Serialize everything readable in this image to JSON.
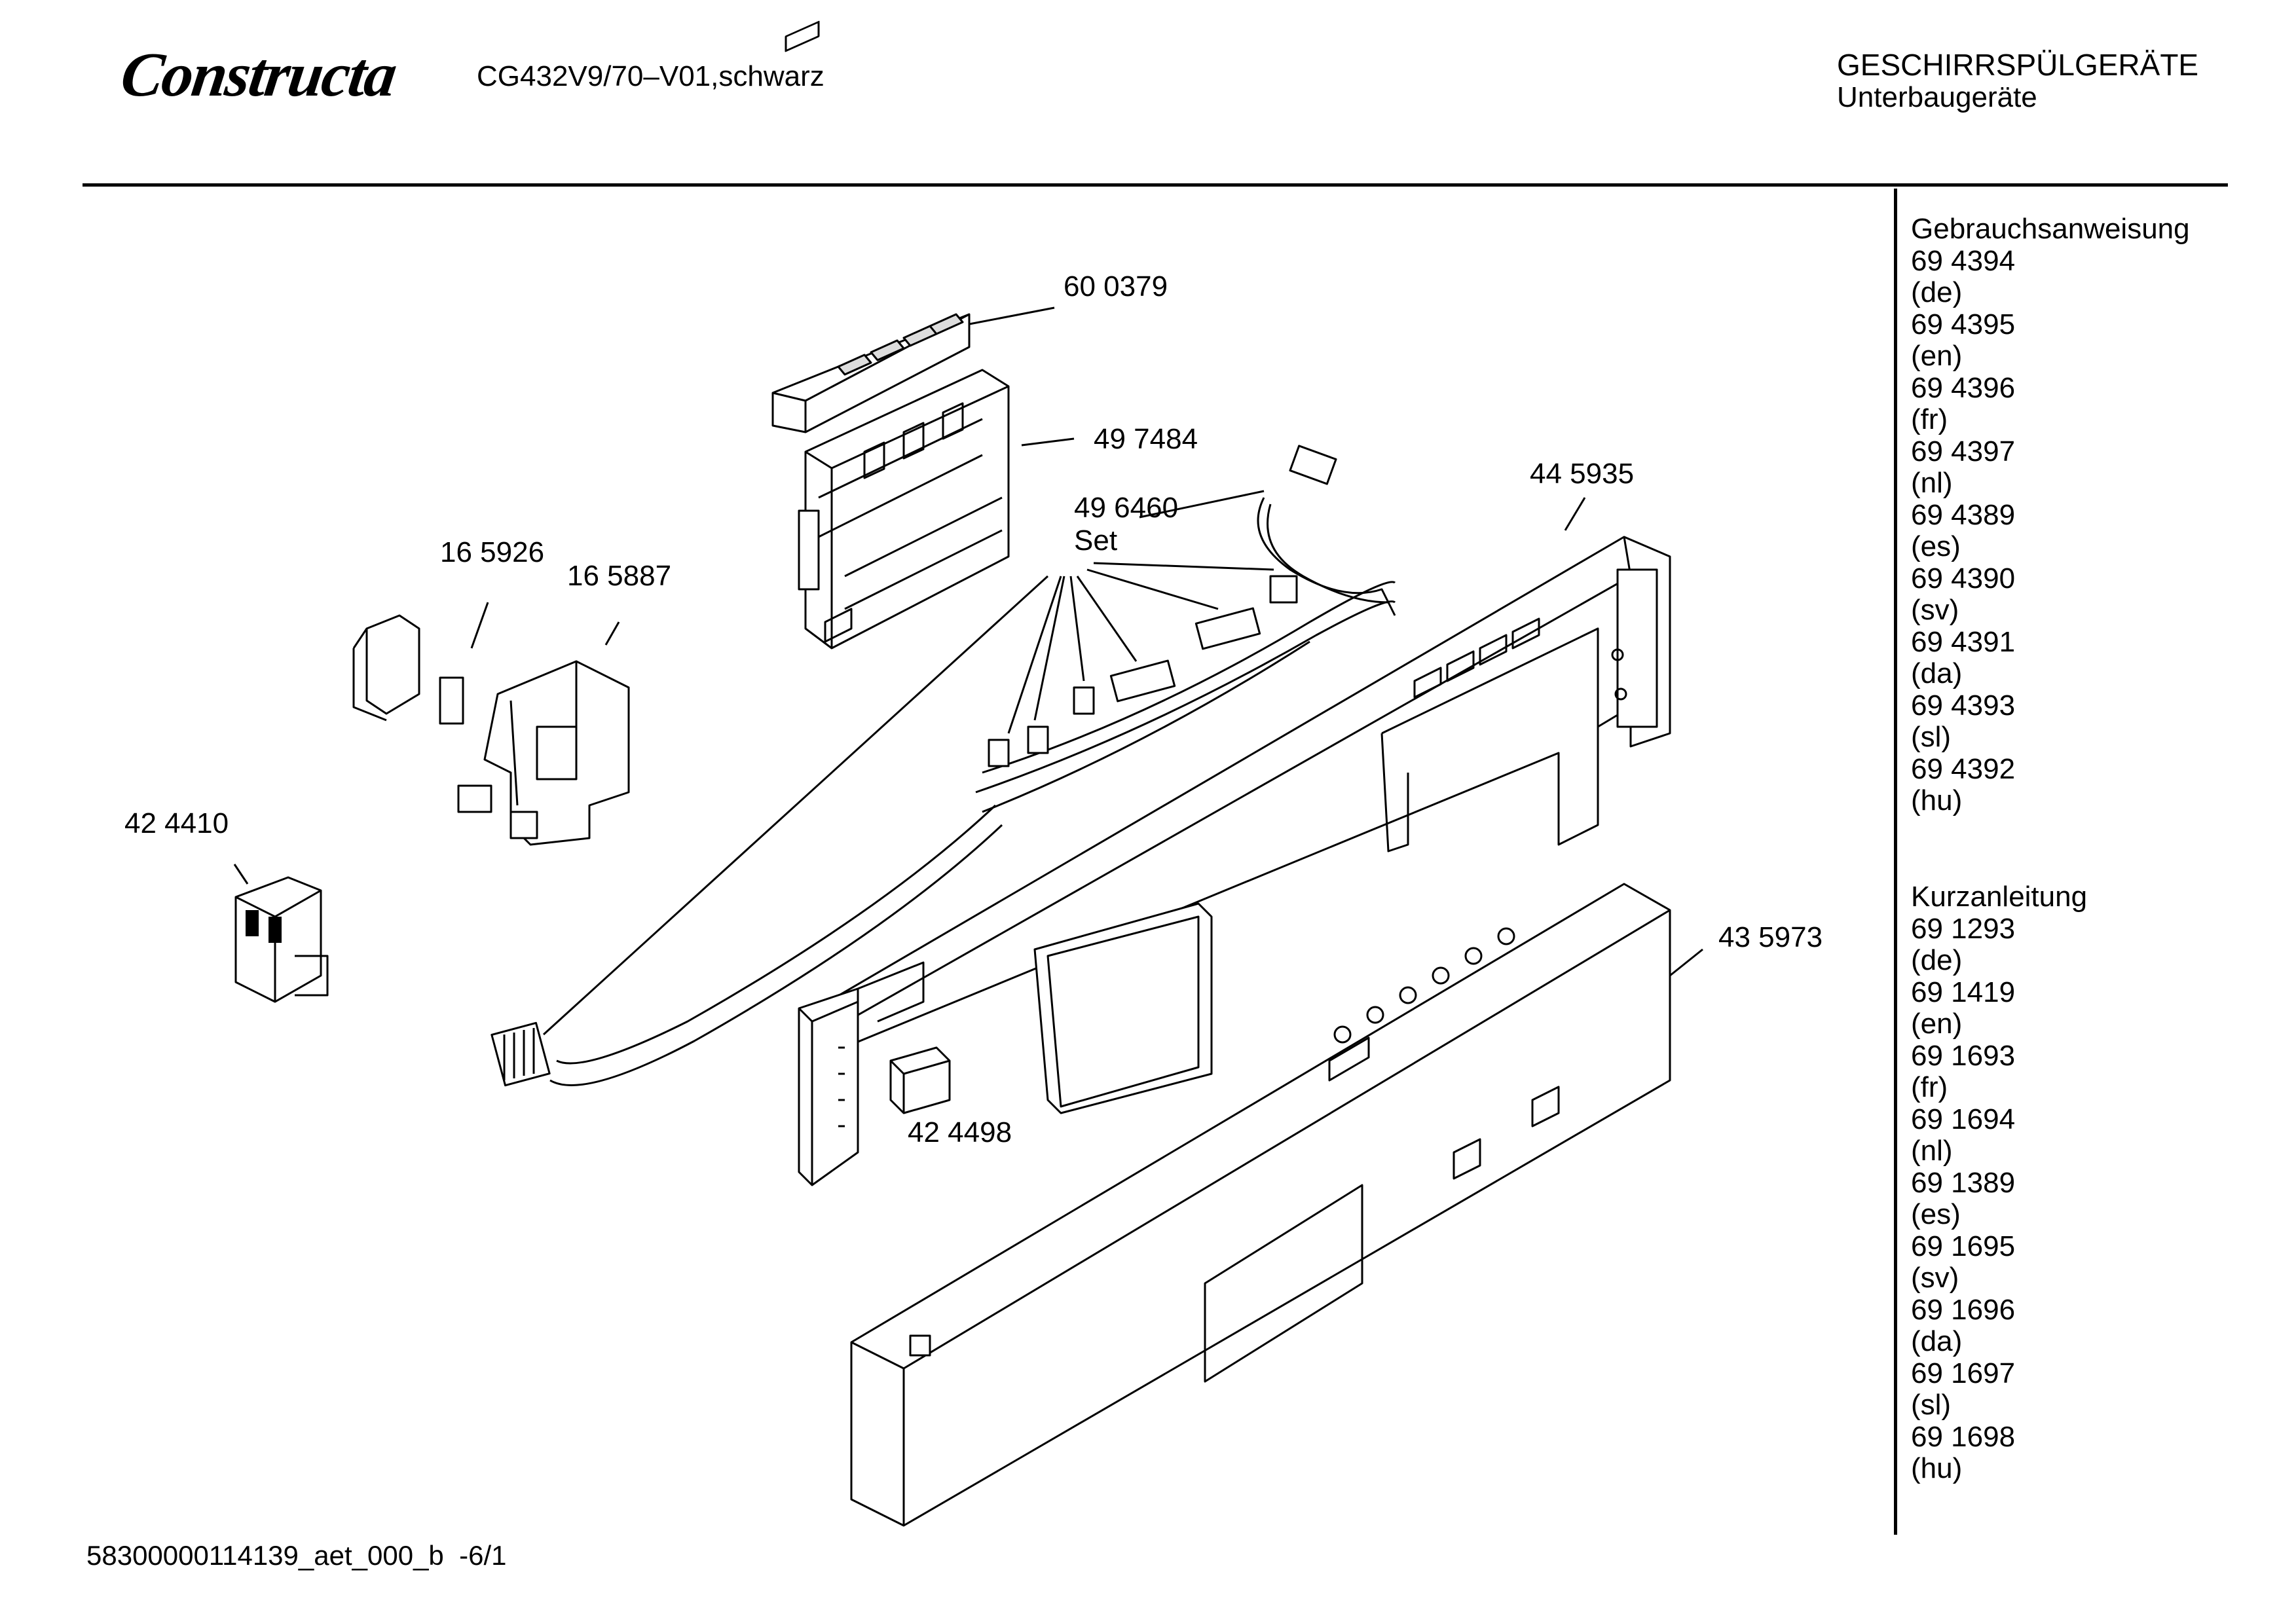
{
  "header": {
    "brand": "Constructa",
    "model": "CG432V9/70–V01,schwarz",
    "category": "GESCHIRRSPÜLGERÄTE",
    "subcategory": "Unterbaugeräte"
  },
  "parts": [
    {
      "id": "p600379",
      "label": "60 0379"
    },
    {
      "id": "p497484",
      "label": "49 7484"
    },
    {
      "id": "p496460",
      "label": "49 6460",
      "sublabel": "Set"
    },
    {
      "id": "p445935",
      "label": "44 5935"
    },
    {
      "id": "p165926",
      "label": "16 5926"
    },
    {
      "id": "p165887",
      "label": "16 5887"
    },
    {
      "id": "p424410",
      "label": "42 4410"
    },
    {
      "id": "p435973",
      "label": "43 5973"
    },
    {
      "id": "p424498",
      "label": "42 4498"
    }
  ],
  "sidebar": {
    "sections": [
      {
        "title": "Gebrauchsanweisung",
        "entries": [
          {
            "code": "69 4394",
            "lang": "(de)"
          },
          {
            "code": "69 4395",
            "lang": "(en)"
          },
          {
            "code": "69 4396",
            "lang": "(fr)"
          },
          {
            "code": "69 4397",
            "lang": "(nl)"
          },
          {
            "code": "69 4389",
            "lang": "(es)"
          },
          {
            "code": "69 4390",
            "lang": "(sv)"
          },
          {
            "code": "69 4391",
            "lang": "(da)"
          },
          {
            "code": "69 4393",
            "lang": "(sl)"
          },
          {
            "code": "69 4392",
            "lang": "(hu)"
          }
        ]
      },
      {
        "title": "Kurzanleitung",
        "entries": [
          {
            "code": "69 1293",
            "lang": "(de)"
          },
          {
            "code": "69 1419",
            "lang": "(en)"
          },
          {
            "code": "69 1693",
            "lang": "(fr)"
          },
          {
            "code": "69 1694",
            "lang": "(nl)"
          },
          {
            "code": "69 1389",
            "lang": "(es)"
          },
          {
            "code": "69 1695",
            "lang": "(sv)"
          },
          {
            "code": "69 1696",
            "lang": "(da)"
          },
          {
            "code": "69 1697",
            "lang": "(sl)"
          },
          {
            "code": "69 1698",
            "lang": "(hu)"
          }
        ]
      }
    ]
  },
  "footer": {
    "doc_id": "58300000114139_aet_000_b",
    "page": "-6/1"
  }
}
